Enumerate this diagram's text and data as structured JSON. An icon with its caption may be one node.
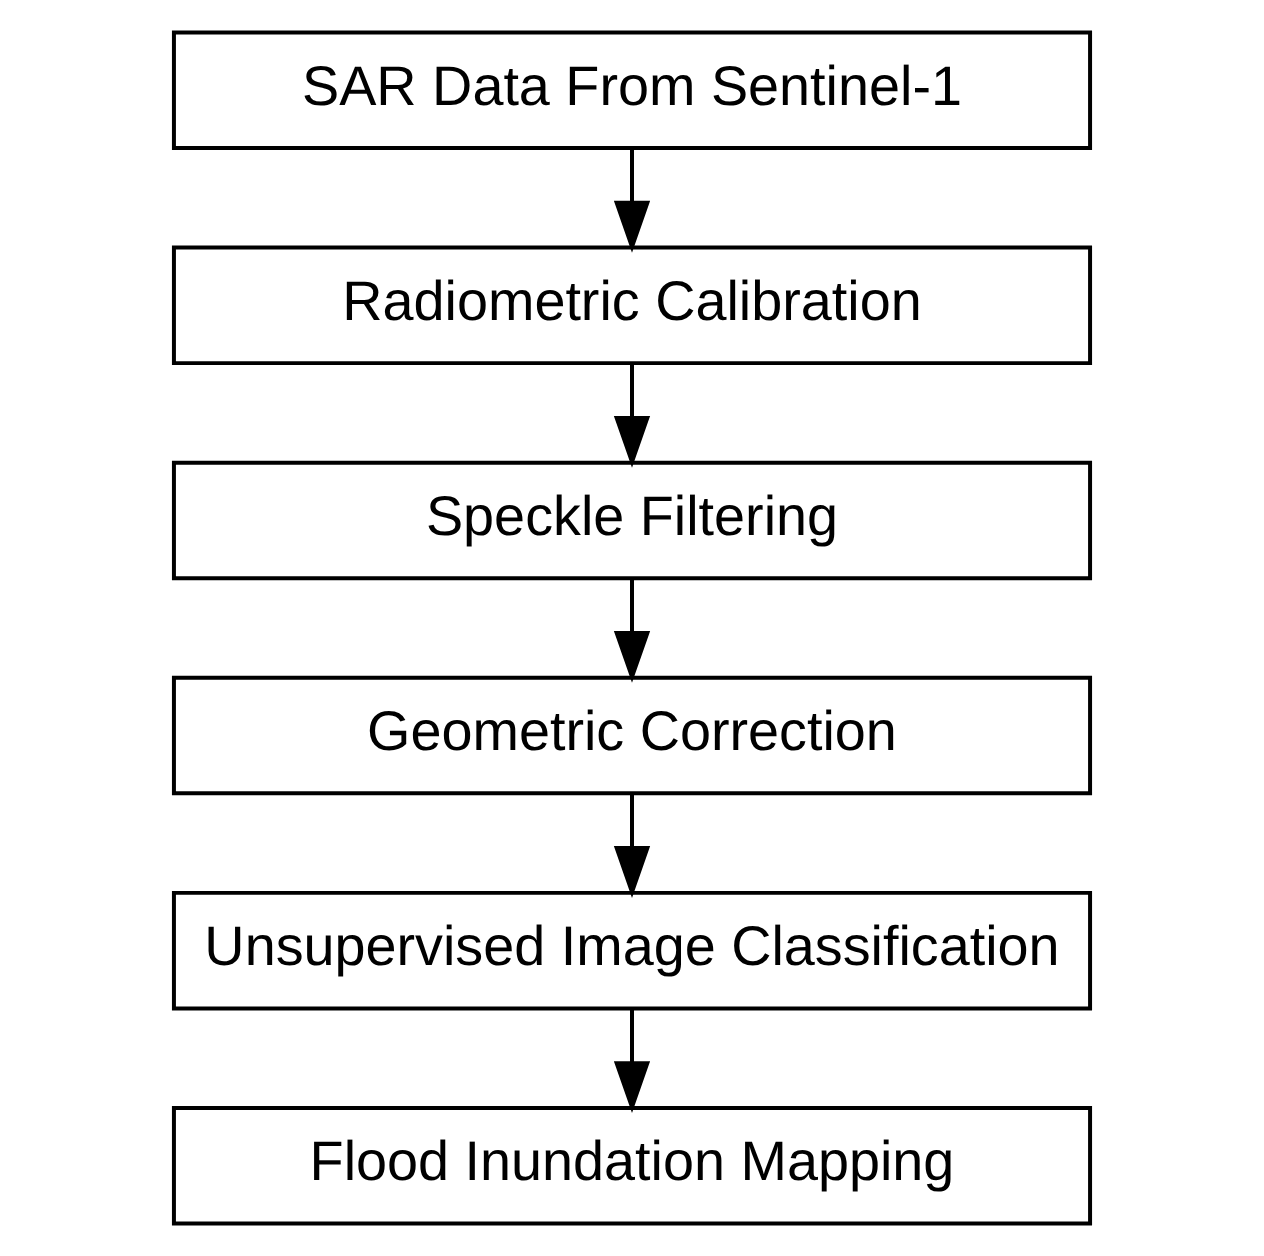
{
  "diagram": {
    "nodes": [
      {
        "text": [
          "SAR Data From Sentinel-1"
        ]
      },
      {
        "text": [
          "Radiometric Calibration"
        ]
      },
      {
        "text": [
          "Speckle Filtering"
        ]
      },
      {
        "text": [
          "Geometric Correction"
        ]
      },
      {
        "text": [
          "Unsupervised Image Classification"
        ]
      },
      {
        "text": [
          "Flood Inundation Mapping"
        ]
      }
    ],
    "edges": [
      {
        "from": 0,
        "to": 1,
        "arrow": "to"
      },
      {
        "from": 1,
        "to": 2,
        "arrow": "to"
      },
      {
        "from": 2,
        "to": 3,
        "arrow": "to"
      },
      {
        "from": 3,
        "to": 4,
        "arrow": "to"
      },
      {
        "from": 4,
        "to": 5,
        "arrow": "to"
      }
    ]
  }
}
